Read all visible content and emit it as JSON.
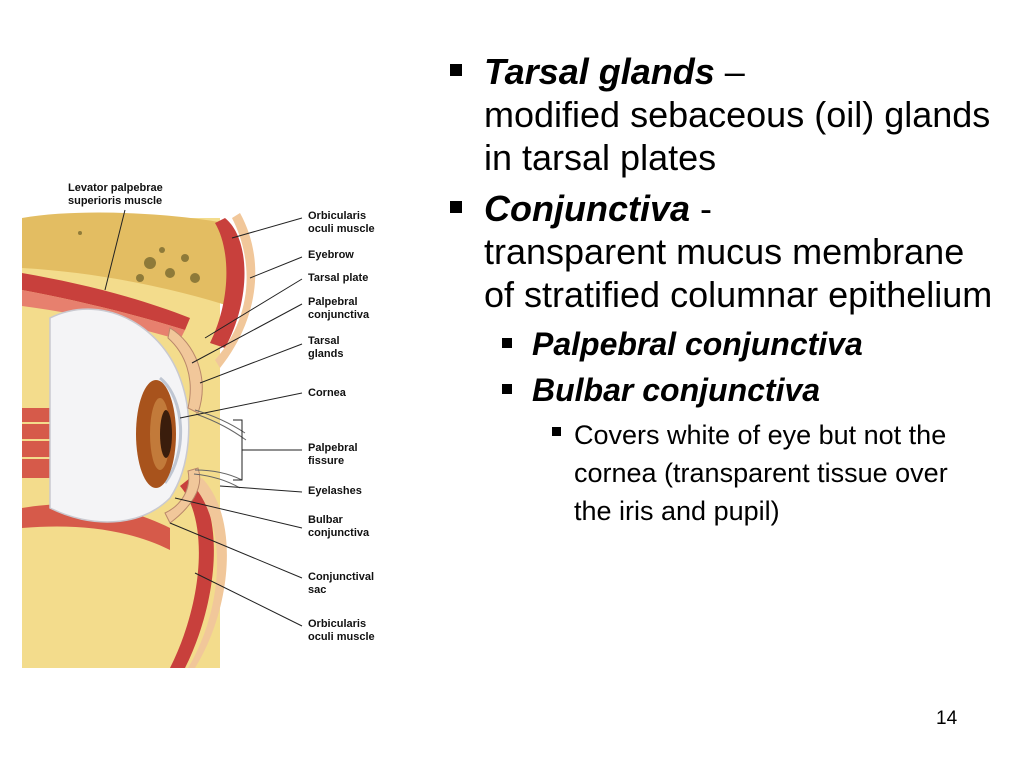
{
  "figure": {
    "labels": {
      "levator": [
        "Levator palpebrae",
        "superioris muscle"
      ],
      "orbicularis_top": [
        "Orbicularis",
        "oculi muscle"
      ],
      "eyebrow": [
        "Eyebrow"
      ],
      "tarsal_plate": [
        "Tarsal plate"
      ],
      "palpebral_conj": [
        "Palpebral",
        "conjunctiva"
      ],
      "tarsal_glands": [
        "Tarsal",
        "glands"
      ],
      "cornea": [
        "Cornea"
      ],
      "palpebral_fissure": [
        "Palpebral",
        "fissure"
      ],
      "eyelashes": [
        "Eyelashes"
      ],
      "bulbar_conj": [
        "Bulbar",
        "conjunctiva"
      ],
      "conj_sac": [
        "Conjunctival",
        "sac"
      ],
      "orbicularis_bottom": [
        "Orbicularis",
        "oculi muscle"
      ]
    }
  },
  "bullets": {
    "item1": {
      "term": "Tarsal glands",
      "sep": " –",
      "desc": "modified sebaceous (oil) glands in tarsal plates"
    },
    "item2": {
      "term": "Conjunctiva",
      "sep": " -",
      "desc": "transparent mucus membrane of stratified columnar epithelium"
    },
    "sub1": "Palpebral conjunctiva",
    "sub2": "Bulbar conjunctiva",
    "subsub1": "Covers white of eye but not the cornea (transparent tissue over the iris and pupil)"
  },
  "page_number": "14",
  "colors": {
    "muscle": "#c8403c",
    "fat": "#f0d27a",
    "bone": "#e6c06a",
    "iris": "#a8531c",
    "sclera": "#f4f4f6"
  }
}
